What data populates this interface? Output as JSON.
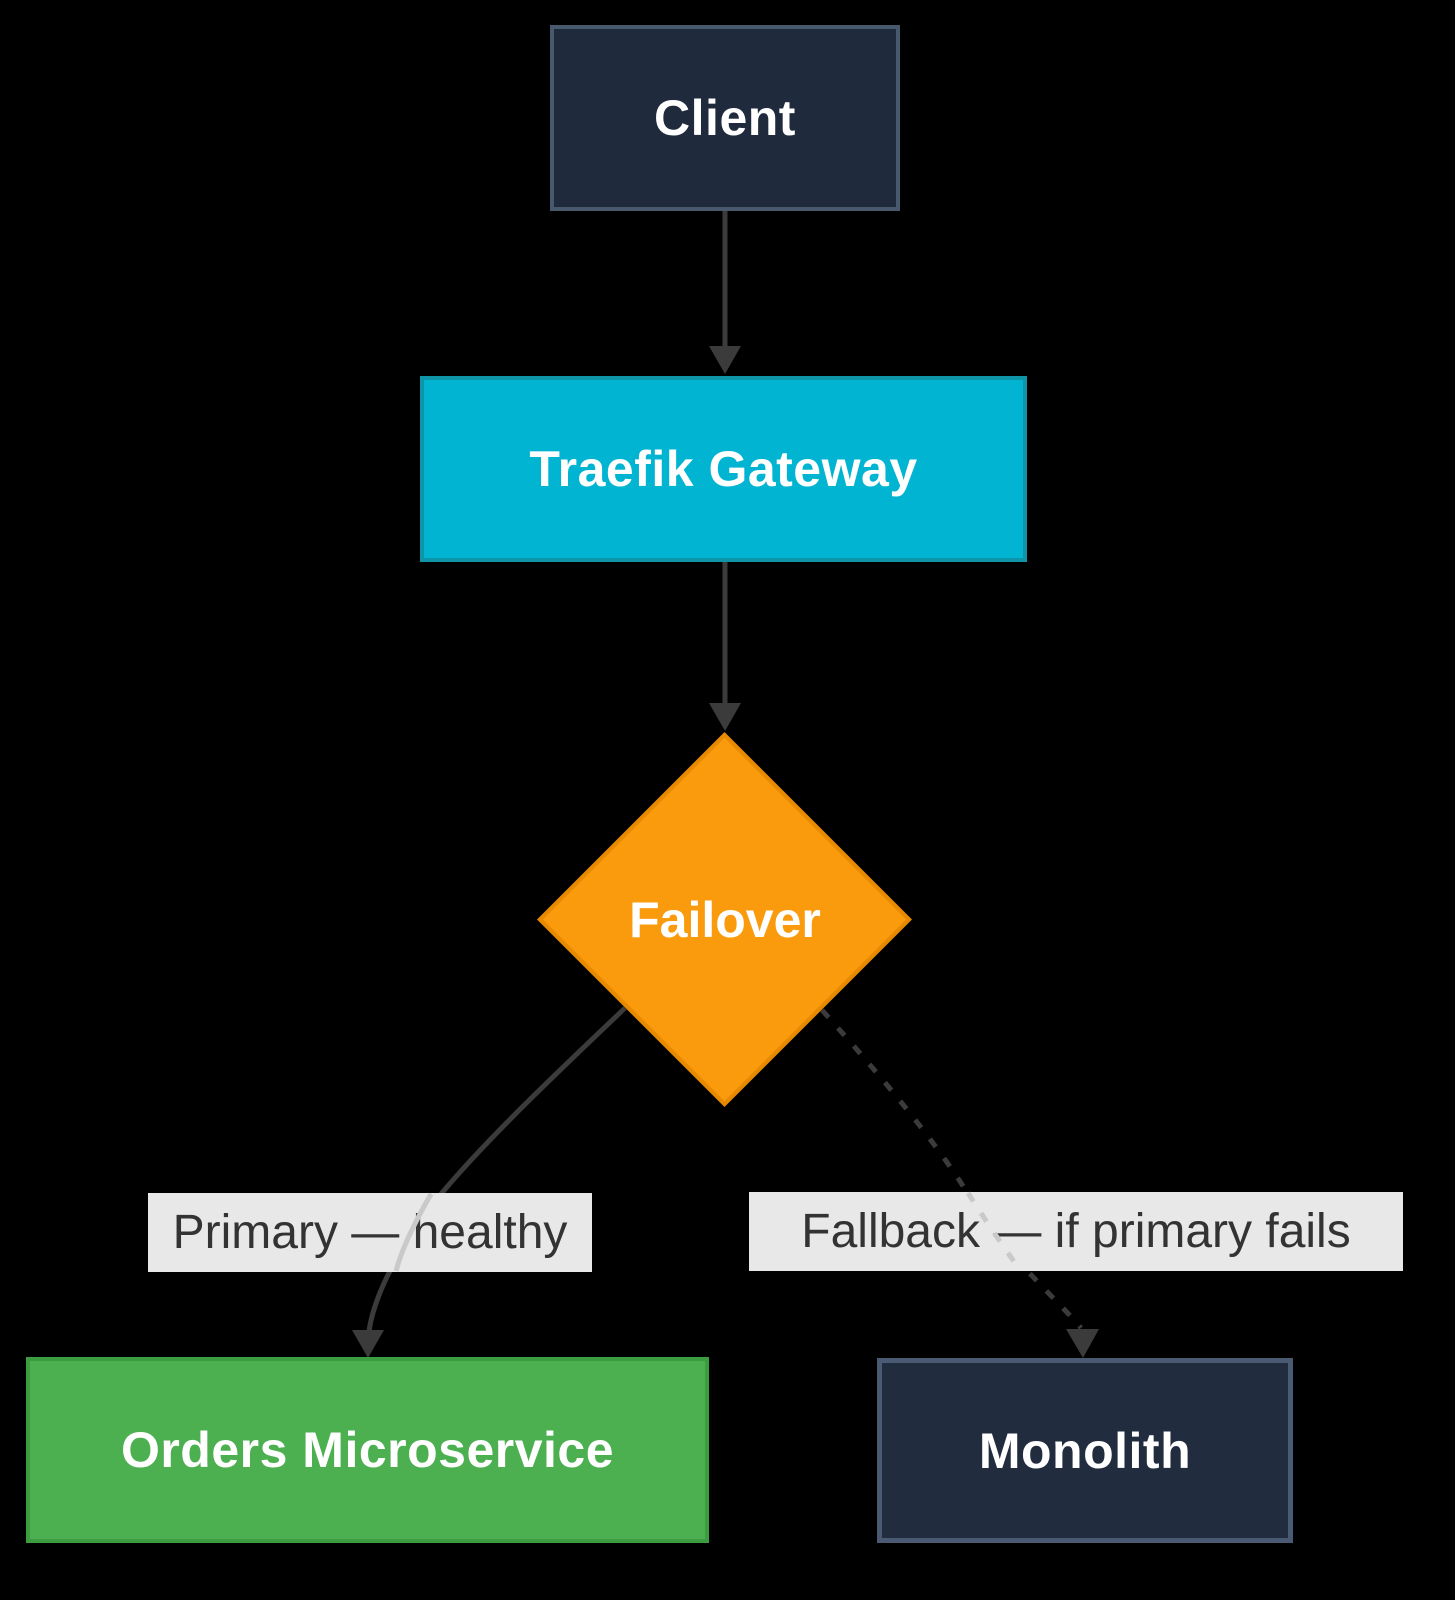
{
  "diagram": {
    "background_color": "#000000",
    "edge_color": "#3b3b3b",
    "edge_faint_color": "#c9c9c9",
    "edge_label_bg": "#e8e8e8",
    "edge_label_text_color": "#333333",
    "nodes": {
      "client": {
        "label": "Client",
        "shape": "rectangle",
        "fill": "#1f2a3c",
        "border": "#48596e",
        "text_color": "#ffffff"
      },
      "gateway": {
        "label": "Traefik Gateway",
        "shape": "rectangle",
        "fill": "#00b4d2",
        "border": "#0e95a8",
        "text_color": "#ffffff"
      },
      "failover": {
        "label": "Failover",
        "shape": "diamond",
        "fill": "#f99b0c",
        "border": "#e78a00",
        "text_color": "#ffffff"
      },
      "orders": {
        "label": "Orders Microservice",
        "shape": "rectangle",
        "fill": "#4caf50",
        "border": "#3c9c40",
        "text_color": "#ffffff"
      },
      "monolith": {
        "label": "Monolith",
        "shape": "rectangle",
        "fill": "#212c3e",
        "border": "#4a5a73",
        "text_color": "#ffffff"
      }
    },
    "edges": {
      "client_to_gateway": {
        "from": "Client",
        "to": "Traefik Gateway",
        "style": "solid",
        "label": ""
      },
      "gateway_to_failover": {
        "from": "Traefik Gateway",
        "to": "Failover",
        "style": "solid",
        "label": ""
      },
      "failover_to_orders": {
        "from": "Failover",
        "to": "Orders Microservice",
        "style": "solid",
        "label": "Primary — healthy"
      },
      "failover_to_monolith": {
        "from": "Failover",
        "to": "Monolith",
        "style": "dotted",
        "label": "Fallback — if primary fails"
      }
    }
  }
}
